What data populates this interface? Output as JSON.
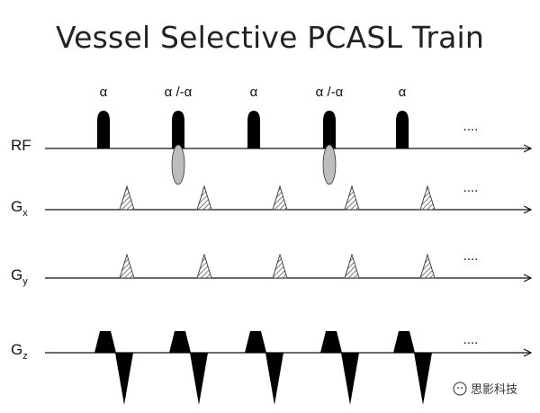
{
  "title": "Vessel Selective PCASL Train",
  "channels": [
    {
      "id": "rf",
      "label": "RF",
      "sub": ""
    },
    {
      "id": "gx",
      "label": "G",
      "sub": "x"
    },
    {
      "id": "gy",
      "label": "G",
      "sub": "y"
    },
    {
      "id": "gz",
      "label": "G",
      "sub": "z"
    }
  ],
  "rf_pulses": [
    {
      "label": "α",
      "negative_lobe": false
    },
    {
      "label": "α /-α",
      "negative_lobe": true
    },
    {
      "label": "α",
      "negative_lobe": false
    },
    {
      "label": "α /-α",
      "negative_lobe": true
    },
    {
      "label": "α",
      "negative_lobe": false
    }
  ],
  "ellipsis": "....",
  "watermark": "思影科技",
  "colors": {
    "pulse_fill": "#000000",
    "negative_lobe_fill": "#bdbdbd",
    "hatched_triangle": "#555555",
    "axis_line": "#111111"
  }
}
